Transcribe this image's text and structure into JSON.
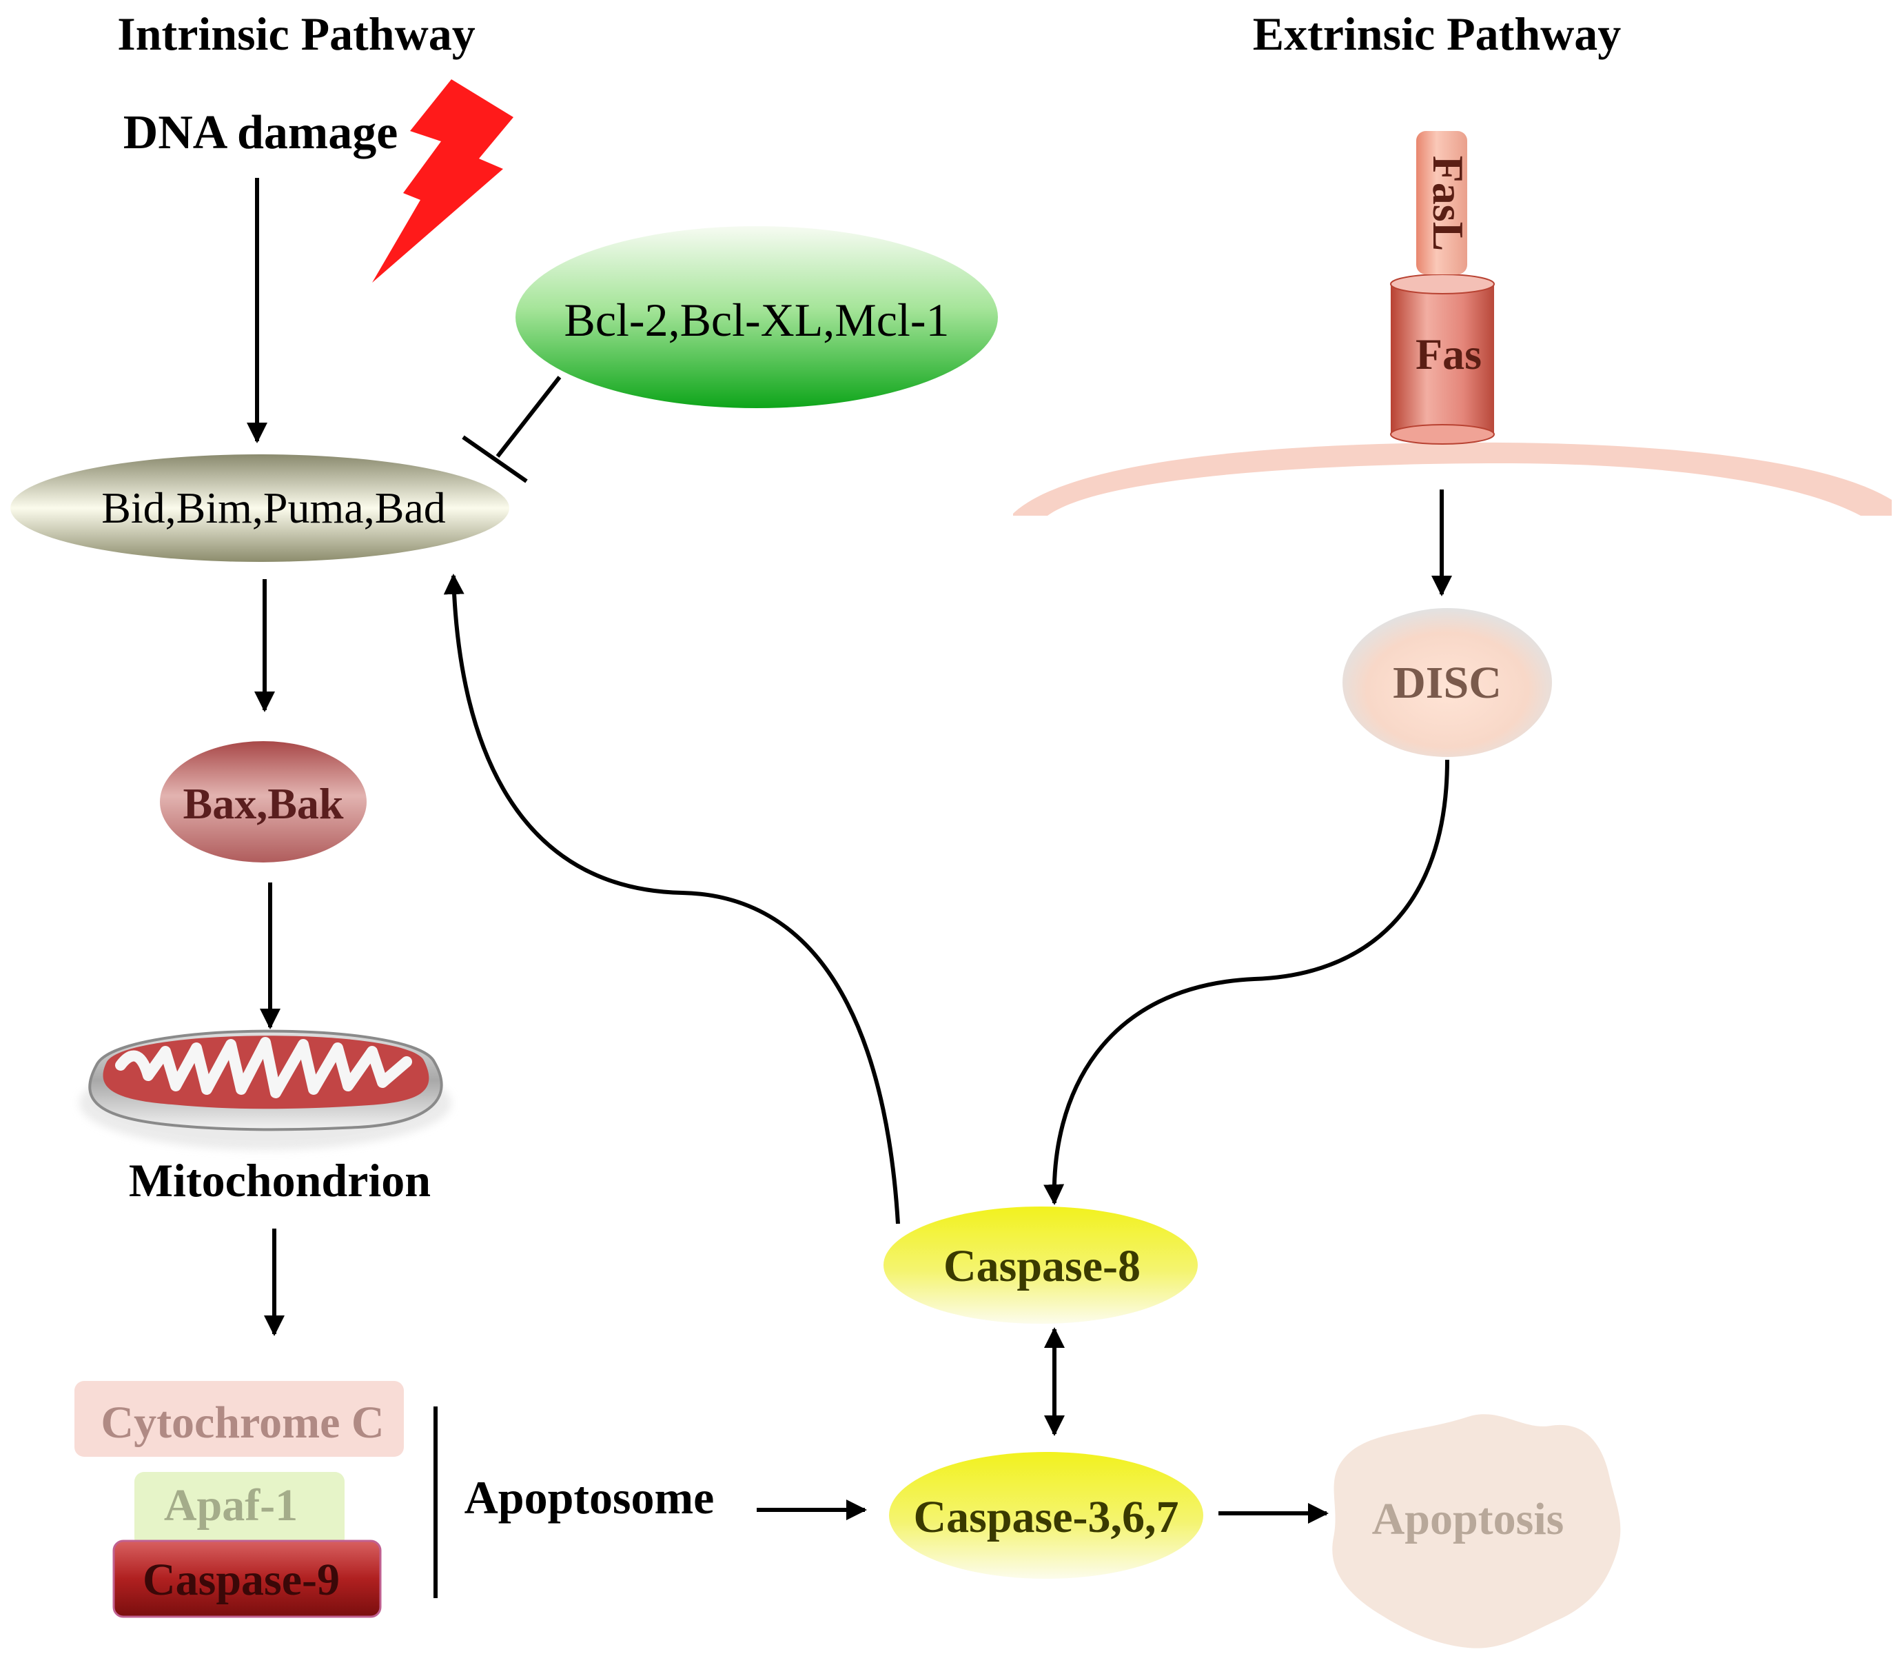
{
  "headings": {
    "intrinsic": "Intrinsic Pathway",
    "extrinsic": "Extrinsic Pathway"
  },
  "nodes": {
    "dna_damage": "DNA damage",
    "bcl2_group": "Bcl-2,Bcl-XL,Mcl-1",
    "bh3_group": "Bid,Bim,Puma,Bad",
    "bax_bak": "Bax,Bak",
    "mitochondrion": "Mitochondrion",
    "cytochrome_c": "Cytochrome C",
    "apaf1": "Apaf-1",
    "caspase9": "Caspase-9",
    "apoptosome": "Apoptosome",
    "fasl": "FasL",
    "fas": "Fas",
    "disc": "DISC",
    "caspase8": "Caspase-8",
    "caspase367": "Caspase-3,6,7",
    "apoptosis": "Apoptosis"
  },
  "icons": {
    "lightning": "lightning-bolt-icon",
    "mitochondrion": "mitochondrion-icon",
    "membrane": "cell-membrane-icon",
    "receptor": "fas-receptor-icon"
  },
  "colors": {
    "lightning": "#ff1a1a",
    "bcl2_fill": "#22c022",
    "bh3_fill": "#dcdcc0",
    "bax_fill": "#c87070",
    "mito_fill": "#c24545",
    "cytc_fill": "#f8dcd6",
    "apaf_fill": "#e6f4c8",
    "casp9_fill": "#b02222",
    "membrane": "#f8d2c6",
    "disc_fill": "#f4dcd0",
    "caspase_fill": "#f0f030",
    "apoptosis_fill": "#f5e6dc",
    "arrow": "#000000"
  }
}
